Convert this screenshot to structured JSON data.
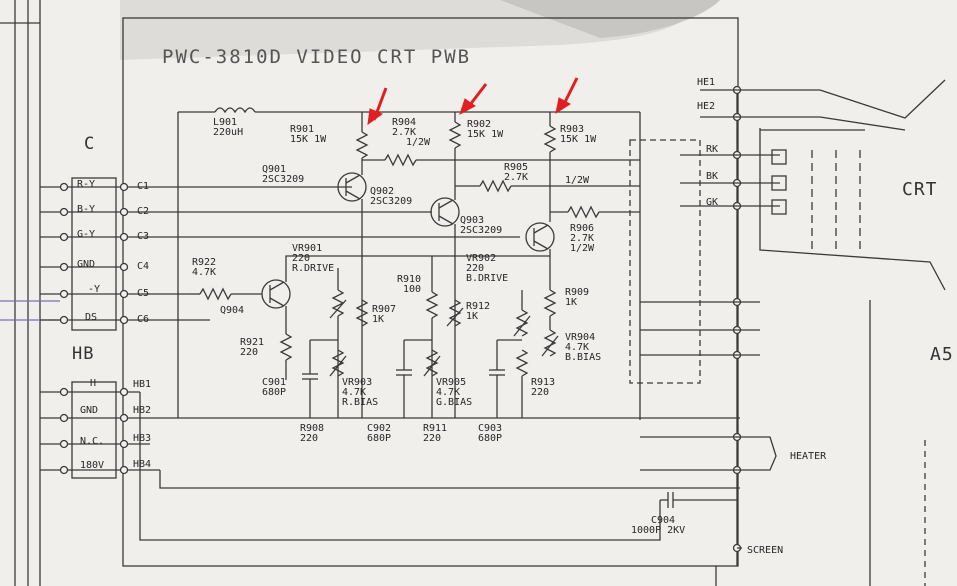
{
  "title": "PWC-3810D VIDEO CRT PWB",
  "labels": {
    "c_group": "C",
    "hb_group": "HB",
    "crt": "CRT",
    "a5": "A5",
    "heater": "HEATER",
    "screen": "SCREEN"
  },
  "left_pins": [
    {
      "sig": "R-Y",
      "pin": "C1"
    },
    {
      "sig": "B-Y",
      "pin": "C2"
    },
    {
      "sig": "G-Y",
      "pin": "C3"
    },
    {
      "sig": "GND",
      "pin": "C4"
    },
    {
      "sig": "-Y",
      "pin": "C5"
    },
    {
      "sig": "DS",
      "pin": "C6"
    },
    {
      "sig": "H",
      "pin": "HB1"
    },
    {
      "sig": "GND",
      "pin": "HB2"
    },
    {
      "sig": "N.C.",
      "pin": "HB3"
    },
    {
      "sig": "180V",
      "pin": "HB4"
    }
  ],
  "right_pins": [
    "HE1",
    "HE2",
    "RK",
    "BK",
    "GK"
  ],
  "components": {
    "L901": [
      "L901",
      "220uH"
    ],
    "R901": [
      "R901",
      "15K 1W"
    ],
    "R904": [
      "R904",
      "2.7K",
      "1/2W"
    ],
    "R902": [
      "R902",
      "15K 1W"
    ],
    "R903": [
      "R903",
      "15K 1W"
    ],
    "Q901": [
      "Q901",
      "2SC3209"
    ],
    "Q902": [
      "Q902",
      "2SC3209"
    ],
    "R905": [
      "R905",
      "2.7K",
      "1/2W"
    ],
    "Q903": [
      "Q903",
      "2SC3209"
    ],
    "R906": [
      "R906",
      "2.7K",
      "1/2W"
    ],
    "R922": [
      "R922",
      "4.7K"
    ],
    "Q904": [
      "Q904"
    ],
    "VR901": [
      "VR901",
      "220",
      "R.DRIVE"
    ],
    "VR902": [
      "VR902",
      "220",
      "B.DRIVE"
    ],
    "R910": [
      "R910",
      "100"
    ],
    "R907": [
      "R907",
      "1K"
    ],
    "R912": [
      "R912",
      "1K"
    ],
    "R909": [
      "R909",
      "1K"
    ],
    "R921": [
      "R921",
      "220"
    ],
    "VR904": [
      "VR904",
      "4.7K",
      "B.BIAS"
    ],
    "C901": [
      "C901",
      "680P"
    ],
    "VR903": [
      "VR903",
      "4.7K",
      "R.BIAS"
    ],
    "VR905": [
      "VR905",
      "4.7K",
      "G.BIAS"
    ],
    "R913": [
      "R913",
      "220"
    ],
    "R908": [
      "R908",
      "220"
    ],
    "C902": [
      "C902",
      "680P"
    ],
    "R911": [
      "R911",
      "220"
    ],
    "C903": [
      "C903",
      "680P"
    ],
    "C904": [
      "C904",
      "1000P",
      "2KV"
    ]
  }
}
